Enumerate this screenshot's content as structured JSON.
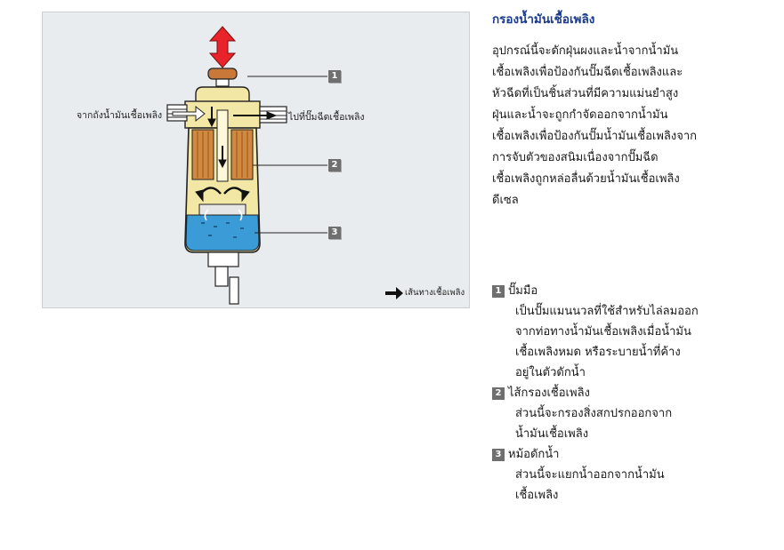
{
  "figure": {
    "inlet_label": "จากถังน้ำมันเชื้อเพลิง",
    "outlet_label": "ไปที่ปั๊มฉีดเชื้อเพลิง",
    "legend_label": "เส้นทางเชื้อเพลิง",
    "callouts": [
      "1",
      "2",
      "3"
    ],
    "colors": {
      "pump_knob": "#c9783a",
      "pump_arrow": "#e8232a",
      "housing": "#f3e7a6",
      "filter": "#d2893f",
      "water": "#3a9bd6",
      "background": "#e8ecee"
    }
  },
  "panel": {
    "title": "กรองน้ำมันเชื้อเพลิง",
    "description_lines": [
      "อุปกรณ์นี้จะดักฝุ่นผงและน้ำจากน้ำมัน",
      "เชื้อเพลิงเพื่อป้องกันปั๊มฉีดเชื้อเพลิงและ",
      "หัวฉีดที่เป็นชิ้นส่วนที่มีความแม่นยำสูง",
      "ฝุ่นและน้ำจะถูกกำจัดออกจากน้ำมัน",
      "เชื้อเพลิงเพื่อป้องกันปั๊มน้ำมันเชื้อเพลิงจาก",
      "การจับตัวของสนิมเนื่องจากปั๊มฉีด",
      "เชื้อเพลิงถูกหล่อลื่นด้วยน้ำมันเชื้อเพลิง",
      "ดีเซล"
    ],
    "parts": [
      {
        "number": "1",
        "name": "ปั๊มมือ",
        "desc_lines": [
          "เป็นปั๊มแมนนวลที่ใช้สำหรับไล่ลมออก",
          "จากท่อทางน้ำมันเชื้อเพลิงเมื่อน้ำมัน",
          "เชื้อเพลิงหมด หรือระบายน้ำที่ค้าง",
          "อยู่ในตัวดักน้ำ"
        ]
      },
      {
        "number": "2",
        "name": "ไส้กรองเชื้อเพลิง",
        "desc_lines": [
          "ส่วนนี้จะกรองสิ่งสกปรกออกจาก",
          "น้ำมันเชื้อเพลิง"
        ]
      },
      {
        "number": "3",
        "name": "หม้อดักน้ำ",
        "desc_lines": [
          "ส่วนนี้จะแยกน้ำออกจากน้ำมัน",
          "เชื้อเพลิง"
        ]
      }
    ]
  }
}
